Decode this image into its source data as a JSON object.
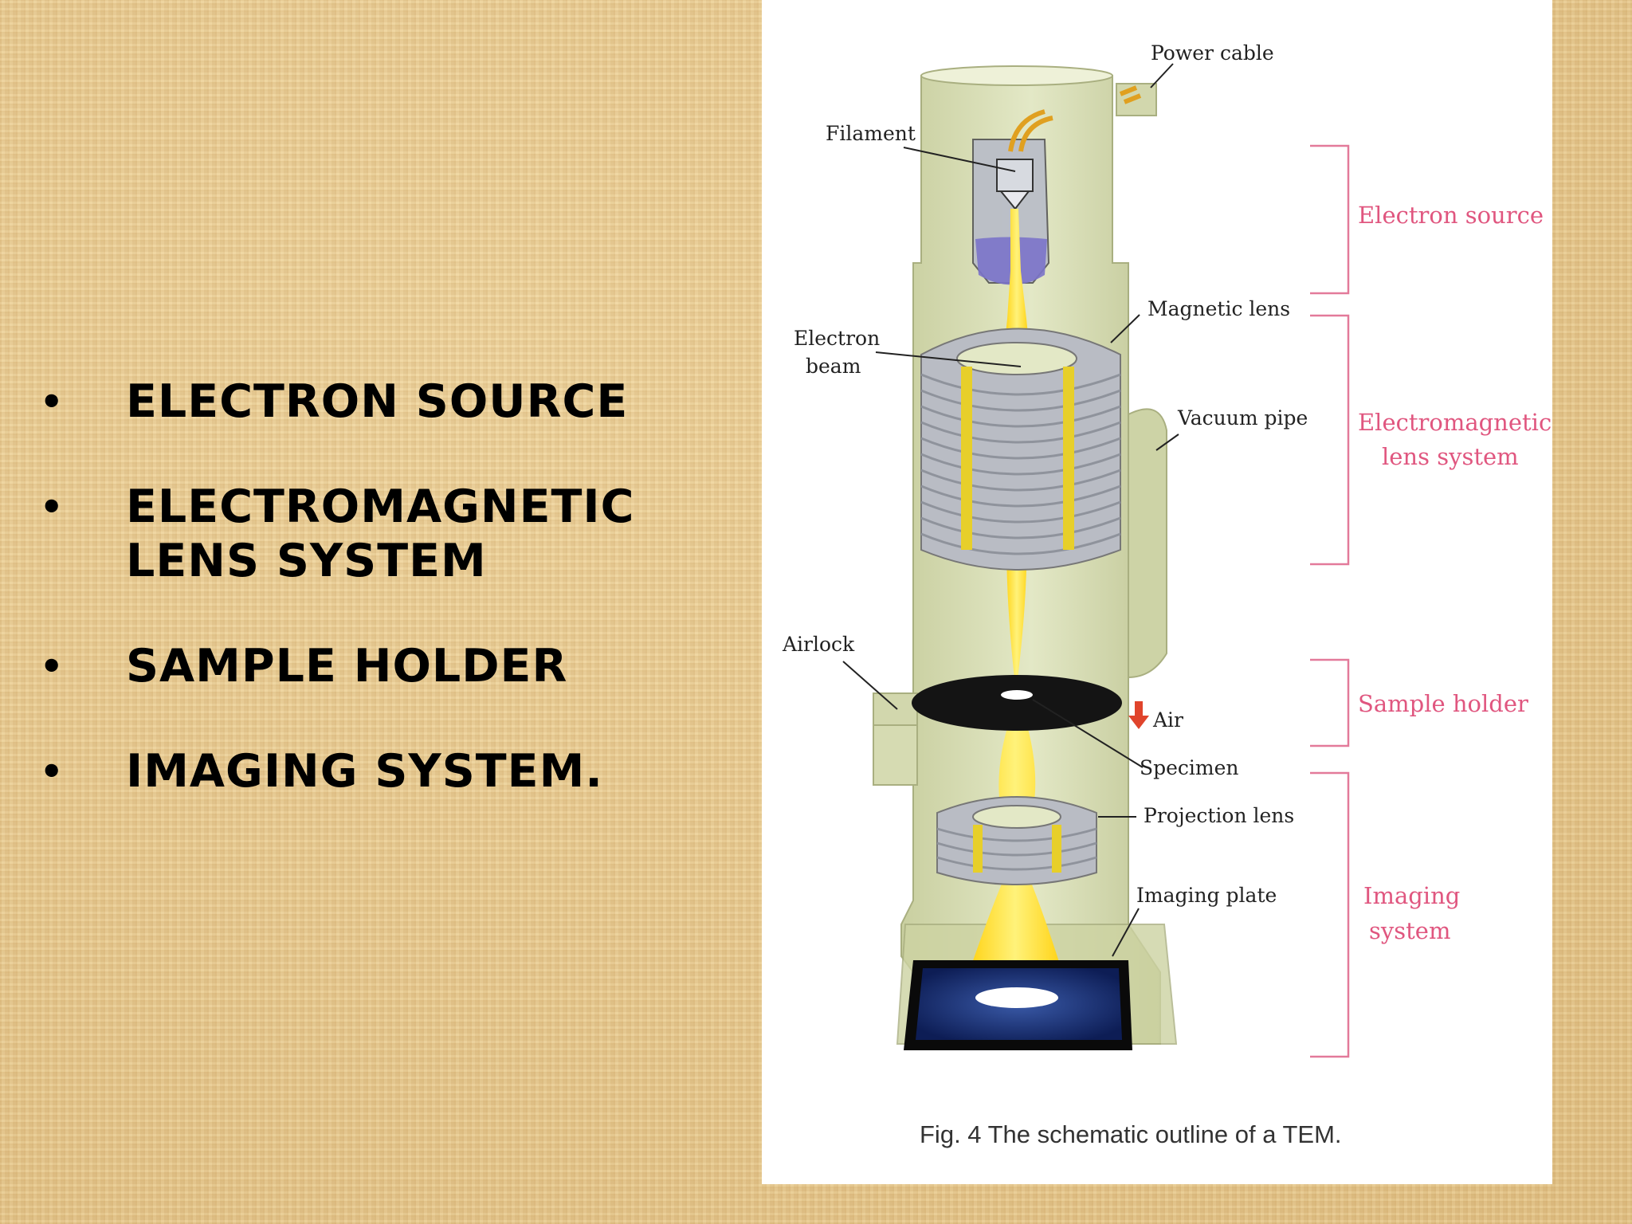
{
  "bullets": [
    {
      "text": "ELECTRON SOURCE"
    },
    {
      "text": "ELECTROMAGNETIC LENS SYSTEM"
    },
    {
      "text": "SAMPLE HOLDER"
    },
    {
      "text": "IMAGING SYSTEM."
    }
  ],
  "bullet_symbol": "•",
  "figure": {
    "labels": {
      "power_cable": "Power cable",
      "filament": "Filament",
      "electron_beam_1": "Electron",
      "electron_beam_2": "beam",
      "magnetic_lens": "Magnetic lens",
      "vacuum_pipe": "Vacuum pipe",
      "airlock": "Airlock",
      "air": "Air",
      "specimen": "Specimen",
      "projection_lens": "Projection lens",
      "imaging_plate": "Imaging plate"
    },
    "sections": {
      "electron_source": "Electron source",
      "electromagnetic_1": "Electromagnetic",
      "electromagnetic_2": "lens system",
      "sample_holder": "Sample holder",
      "imaging_1": "Imaging",
      "imaging_2": "system"
    },
    "caption": "Fig. 4 The schematic outline of a TEM."
  },
  "colors": {
    "section_labels": "#e0567f",
    "beam": "#ffd400",
    "column": "#d9dfb8"
  }
}
